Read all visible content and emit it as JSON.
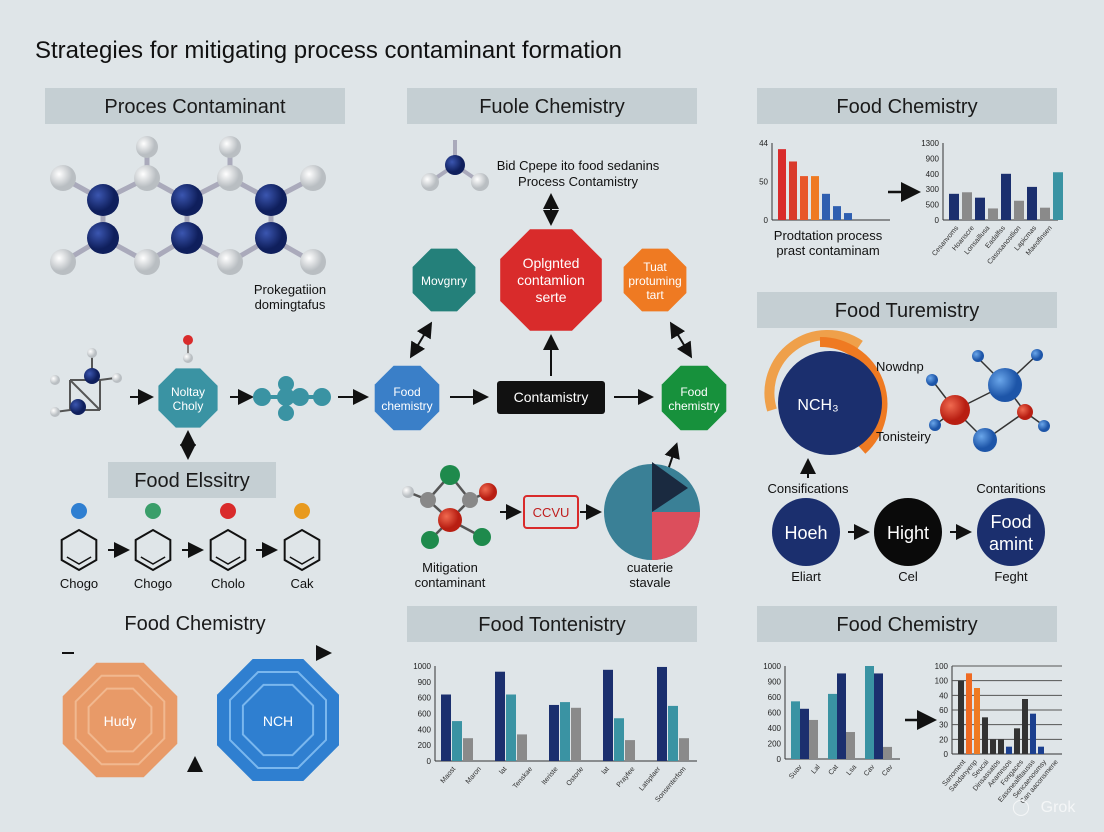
{
  "title": "Strategies for mitigating process contaminant formation",
  "headers": {
    "h1": "Proces Contaminant",
    "h2": "Fuole Chemistry",
    "h3": "Food Chemistry",
    "h4": "Food Turemistry",
    "h5": "Food Tontenistry",
    "h6": "Food Chemistry",
    "h7": "Food Elssitry",
    "h8": "Food Chemistry"
  },
  "left": {
    "molecule_caption": [
      "Prokegatiion",
      "domingtafus"
    ],
    "node_choly": [
      "Noltay",
      "Choly"
    ],
    "rings": [
      "Chogo",
      "Chogo",
      "Cholo",
      "Cak"
    ],
    "ring_colors": [
      "#2f7fd1",
      "#3a9e6a",
      "#d92b2b",
      "#e89a1f"
    ],
    "octagon_orange": "Hudy",
    "octagon_blue": "NCH"
  },
  "center": {
    "caption": [
      "Bid Cpepe ito food sedanins",
      "Process Contamistry"
    ],
    "movgnry": "Movgnry",
    "red_node": [
      "Oplgnted",
      "contamlion",
      "serte"
    ],
    "orange_node": [
      "Tuat",
      "protuming",
      "tart"
    ],
    "food_blue": [
      "Food",
      "chemistry"
    ],
    "contamistry": "Contamistry",
    "food_green": [
      "Food",
      "chemistry"
    ],
    "ccvu": "CCVU",
    "mitigation": [
      "Mitigation",
      "contaminant"
    ],
    "pie_caption": [
      "cuaterie",
      "stavale"
    ]
  },
  "right": {
    "chart_caption": [
      "Prodtation process",
      "prast contaminam"
    ],
    "nch": "NCH₃",
    "nowdnp": "Nowdnp",
    "tonisteiry": "Tonisteiry",
    "consifications": "Consifications",
    "contaritions": "Contaritions",
    "circles": [
      {
        "text": [
          "Hoeh"
        ],
        "label": "Eliart",
        "color": "#1b2f6e"
      },
      {
        "text": [
          "Hight"
        ],
        "label": "Cel",
        "color": "#0a0a0a"
      },
      {
        "text": [
          "Food",
          "amint"
        ],
        "label": "Feght",
        "color": "#1b2f6e"
      }
    ]
  },
  "watermark": "Grok",
  "colors": {
    "navy": "#1b2f6e",
    "teal": "#3a93a3",
    "gray": "#8a8a8a",
    "red": "#d92b2b",
    "orange": "#ef7a22",
    "green": "#17913c",
    "blue": "#3a7fc8",
    "header": "#c5cfd3"
  },
  "chart_data": [
    {
      "type": "bar",
      "id": "c1",
      "ticks": [
        "0",
        "50",
        "44"
      ],
      "ylim": [
        0,
        100
      ],
      "values": [
        92,
        76,
        57,
        57,
        34,
        18,
        9
      ],
      "colors": [
        "#d92b2b",
        "#d93a2b",
        "#e8572a",
        "#ef7a22",
        "#2f5fb0",
        "#2f5fb0",
        "#2f5fb0"
      ]
    },
    {
      "type": "bar",
      "id": "c2",
      "ticks": [
        "0",
        "500",
        "300",
        "400",
        "900",
        "1300"
      ],
      "ylim": [
        0,
        1000
      ],
      "values": [
        340,
        360,
        290,
        150,
        600,
        250,
        430,
        160,
        620
      ],
      "colors": [
        "#1b2f6e",
        "#8a8a8a",
        "#1b2f6e",
        "#8a8a8a",
        "#1b2f6e",
        "#8a8a8a",
        "#1b2f6e",
        "#8a8a8a",
        "#3a93a3"
      ],
      "categories": [
        "Cesanvoms",
        "Hoanscre",
        "Lonsaillusa",
        "Eadalfss",
        "Casosanostlion",
        "Lapicmas",
        "Maeoflnsen"
      ]
    },
    {
      "type": "bar",
      "id": "c3",
      "ticks": [
        "0",
        "200",
        "400",
        "600",
        "600",
        "900",
        "1000"
      ],
      "ylim": [
        0,
        1000
      ],
      "groups": [
        [
          700,
          420,
          240
        ],
        [
          940,
          700,
          280
        ],
        [
          590,
          620,
          560
        ],
        [
          960,
          450,
          220
        ],
        [
          990,
          580,
          240
        ]
      ],
      "colors": [
        "#1b2f6e",
        "#3a93a3",
        "#8a8a8a"
      ],
      "categories": [
        "Maost",
        "Maron",
        "lat",
        "Tenskae",
        "Iteriste",
        "Ostorle",
        "lat",
        "Prayfee",
        "Latsplaer",
        "Sonsenterfom"
      ]
    },
    {
      "type": "bar",
      "id": "c4",
      "ticks": [
        "0",
        "200",
        "400",
        "600",
        "600",
        "900",
        "1000"
      ],
      "ylim": [
        0,
        1000
      ],
      "groups": [
        [
          620,
          540,
          420
        ],
        [
          700,
          920,
          290
        ],
        [
          1000,
          920,
          130
        ]
      ],
      "colors": [
        "#3a93a3",
        "#1b2f6e",
        "#8a8a8a"
      ],
      "categories": [
        "Suav",
        "Lal",
        "Cat",
        "Lsa",
        "Cav",
        "Cav"
      ]
    },
    {
      "type": "bar",
      "id": "c5",
      "ticks": [
        "0",
        "20",
        "30",
        "60",
        "40",
        "100",
        "100"
      ],
      "ylim": [
        0,
        120
      ],
      "grid": true,
      "values": [
        100,
        110,
        90,
        50,
        20,
        20,
        10,
        35,
        75,
        55,
        10
      ],
      "colors": [
        "#333333",
        "#ef6a22",
        "#ef7a22",
        "#333333",
        "#333333",
        "#333333",
        "#1b3f8e",
        "#333333",
        "#333333",
        "#1b3f8e",
        "#1b3f8e"
      ],
      "categories": [
        "Sanoment",
        "Sandanyenp",
        "Seucai",
        "Dinsassatos",
        "Aeamnsos",
        "Fongaces",
        "Easonealfitausss",
        "Sencaenosmsy",
        "Can aaconsmene"
      ]
    }
  ]
}
